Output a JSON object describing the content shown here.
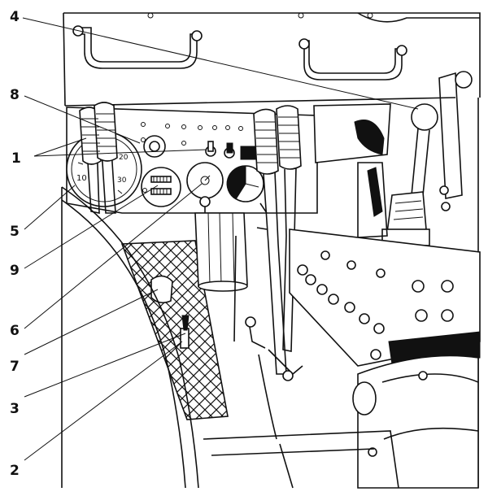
{
  "callouts": [
    {
      "id": "1",
      "label": "1"
    },
    {
      "id": "2",
      "label": "2"
    },
    {
      "id": "3",
      "label": "3"
    },
    {
      "id": "4",
      "label": "4"
    },
    {
      "id": "5",
      "label": "5"
    },
    {
      "id": "6",
      "label": "6"
    },
    {
      "id": "7",
      "label": "7"
    },
    {
      "id": "8",
      "label": "8"
    },
    {
      "id": "9",
      "label": "9"
    }
  ],
  "gauges": {
    "speedo_ticks": [
      "10",
      "20",
      "30"
    ]
  },
  "colors": {
    "ink": "#111111",
    "paper": "#ffffff"
  }
}
